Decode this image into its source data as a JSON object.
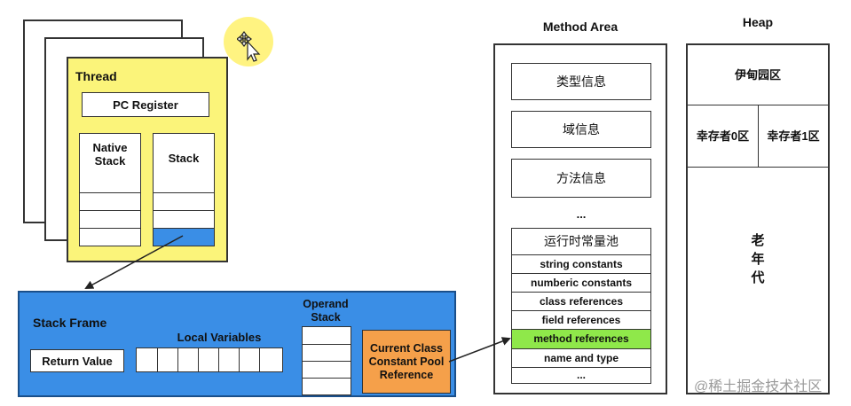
{
  "thread": {
    "title": "Thread",
    "pc_register": "PC Register",
    "native_stack": "Native\nStack",
    "stack": "Stack"
  },
  "stack_frame": {
    "title": "Stack Frame",
    "local_variables": "Local Variables",
    "return_value": "Return Value",
    "operand_stack": "Operand\nStack",
    "current_class_ref": "Current Class\nConstant Pool\nReference"
  },
  "method_area": {
    "title": "Method Area",
    "items": [
      "类型信息",
      "域信息",
      "方法信息"
    ],
    "ellipsis": "...",
    "pool_title": "运行时常量池",
    "pool_items": [
      "string constants",
      "numberic constants",
      "class references",
      "field references",
      "method references",
      "name and type",
      "..."
    ],
    "highlight_index": 4
  },
  "heap": {
    "title": "Heap",
    "eden": "伊甸园区",
    "survivor0": "幸存者0区",
    "survivor1": "幸存者1区",
    "old_gen": "老\n年\n代"
  },
  "watermark": "@稀土掘金技术社区",
  "colors": {
    "thread_bg": "#fbf47a",
    "frame_bg": "#3a8ee6",
    "orange": "#f5a04a",
    "green": "#8fe84a",
    "cursor_halo": "#fff27a"
  }
}
